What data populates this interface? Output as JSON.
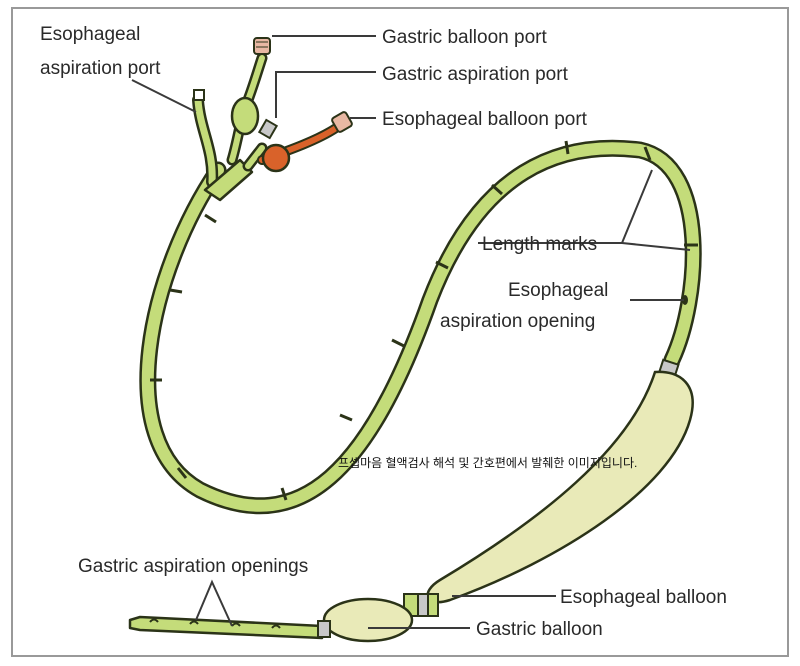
{
  "labels": {
    "esophageal_aspiration_port": [
      "Esophageal",
      "aspiration port"
    ],
    "gastric_balloon_port": "Gastric balloon port",
    "gastric_aspiration_port": "Gastric aspiration port",
    "esophageal_balloon_port": "Esophageal balloon port",
    "length_marks": "Length marks",
    "esophageal_aspiration_opening": [
      "Esophageal",
      "aspiration opening"
    ],
    "gastric_aspiration_openings": "Gastric aspiration openings",
    "esophageal_balloon": "Esophageal balloon",
    "gastric_balloon": "Gastric balloon"
  },
  "source_note": "프셉마음 혈액검사 해석 및 간호편에서 발췌한 이미지입니다.",
  "colors": {
    "tube_fill": "#c4dc7a",
    "tube_outline": "#2b3318",
    "balloon_fill": "#e9eab8",
    "port_orange": "#d9622a",
    "connector_pink": "#e8b8a3",
    "leader_line": "#3a3a3a",
    "frame_border": "#999999"
  }
}
